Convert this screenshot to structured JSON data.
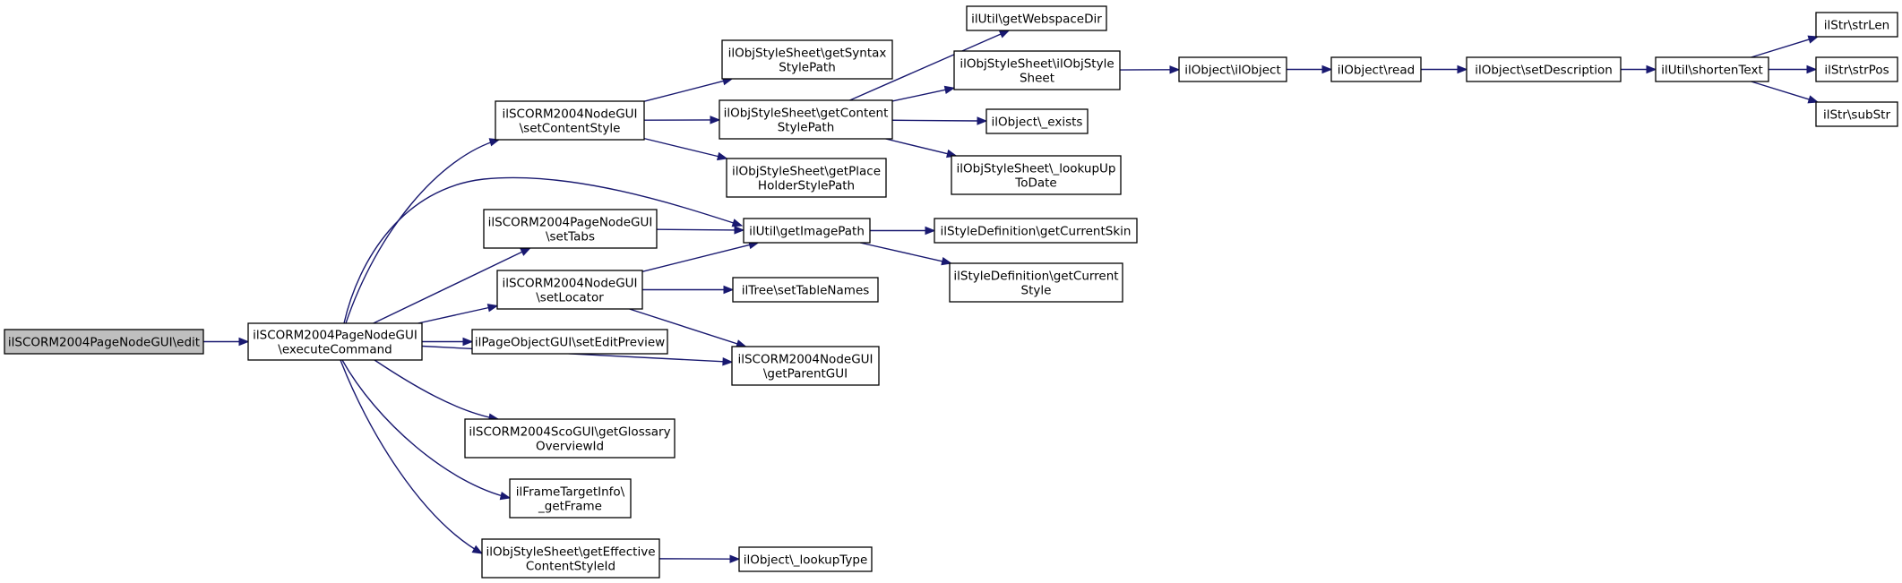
{
  "graph": {
    "nodes": [
      {
        "id": "edit",
        "lines": [
          "ilSCORM2004PageNodeGUI\\edit"
        ],
        "root": true
      },
      {
        "id": "exec",
        "lines": [
          "ilSCORM2004PageNodeGUI",
          "\\executeCommand"
        ]
      },
      {
        "id": "setContentStyle",
        "lines": [
          "ilSCORM2004NodeGUI",
          "\\setContentStyle"
        ]
      },
      {
        "id": "setTabs",
        "lines": [
          "ilSCORM2004PageNodeGUI",
          "\\setTabs"
        ]
      },
      {
        "id": "setLocator",
        "lines": [
          "ilSCORM2004NodeGUI",
          "\\setLocator"
        ]
      },
      {
        "id": "setEditPreview",
        "lines": [
          "ilPageObjectGUI\\setEditPreview"
        ]
      },
      {
        "id": "getGlossary",
        "lines": [
          "ilSCORM2004ScoGUI\\getGlossary",
          "OverviewId"
        ]
      },
      {
        "id": "getFrame",
        "lines": [
          "ilFrameTargetInfo\\",
          "_getFrame"
        ]
      },
      {
        "id": "getEffective",
        "lines": [
          "ilObjStyleSheet\\getEffective",
          "ContentStyleId"
        ]
      },
      {
        "id": "getSyntax",
        "lines": [
          "ilObjStyleSheet\\getSyntax",
          "StylePath"
        ]
      },
      {
        "id": "getContentStylePath",
        "lines": [
          "ilObjStyleSheet\\getContent",
          "StylePath"
        ]
      },
      {
        "id": "getPlaceHolder",
        "lines": [
          "ilObjStyleSheet\\getPlace",
          "HolderStylePath"
        ]
      },
      {
        "id": "getImagePath",
        "lines": [
          "ilUtil\\getImagePath"
        ]
      },
      {
        "id": "setTableNames",
        "lines": [
          "ilTree\\setTableNames"
        ]
      },
      {
        "id": "getParentGUI",
        "lines": [
          "ilSCORM2004NodeGUI",
          "\\getParentGUI"
        ]
      },
      {
        "id": "lookupType",
        "lines": [
          "ilObject\\_lookupType"
        ]
      },
      {
        "id": "getWebspaceDir",
        "lines": [
          "ilUtil\\getWebspaceDir"
        ]
      },
      {
        "id": "ilObjStyleSheet",
        "lines": [
          "ilObjStyleSheet\\ilObjStyle",
          "Sheet"
        ]
      },
      {
        "id": "exists",
        "lines": [
          "ilObject\\_exists"
        ]
      },
      {
        "id": "lookUpToDate",
        "lines": [
          "ilObjStyleSheet\\_lookupUp",
          "ToDate"
        ]
      },
      {
        "id": "getCurrentSkin",
        "lines": [
          "ilStyleDefinition\\getCurrentSkin"
        ]
      },
      {
        "id": "getCurrentStyle",
        "lines": [
          "ilStyleDefinition\\getCurrent",
          "Style"
        ]
      },
      {
        "id": "ilObject",
        "lines": [
          "ilObject\\ilObject"
        ]
      },
      {
        "id": "read",
        "lines": [
          "ilObject\\read"
        ]
      },
      {
        "id": "setDescription",
        "lines": [
          "ilObject\\setDescription"
        ]
      },
      {
        "id": "shortenText",
        "lines": [
          "ilUtil\\shortenText"
        ]
      },
      {
        "id": "strLen",
        "lines": [
          "ilStr\\strLen"
        ]
      },
      {
        "id": "strPos",
        "lines": [
          "ilStr\\strPos"
        ]
      },
      {
        "id": "subStr",
        "lines": [
          "ilStr\\subStr"
        ]
      }
    ],
    "edges": [
      [
        "edit",
        "exec"
      ],
      [
        "exec",
        "setContentStyle"
      ],
      [
        "exec",
        "getImagePath"
      ],
      [
        "exec",
        "setTabs"
      ],
      [
        "exec",
        "setLocator"
      ],
      [
        "exec",
        "setEditPreview"
      ],
      [
        "exec",
        "getParentGUI"
      ],
      [
        "exec",
        "getGlossary"
      ],
      [
        "exec",
        "getFrame"
      ],
      [
        "exec",
        "getEffective"
      ],
      [
        "setContentStyle",
        "getSyntax"
      ],
      [
        "setContentStyle",
        "getContentStylePath"
      ],
      [
        "setContentStyle",
        "getPlaceHolder"
      ],
      [
        "setTabs",
        "getImagePath"
      ],
      [
        "setLocator",
        "getImagePath"
      ],
      [
        "setLocator",
        "setTableNames"
      ],
      [
        "setLocator",
        "getParentGUI"
      ],
      [
        "getEffective",
        "lookupType"
      ],
      [
        "getContentStylePath",
        "getWebspaceDir"
      ],
      [
        "getContentStylePath",
        "ilObjStyleSheet"
      ],
      [
        "getContentStylePath",
        "exists"
      ],
      [
        "getContentStylePath",
        "lookUpToDate"
      ],
      [
        "getImagePath",
        "getCurrentSkin"
      ],
      [
        "getImagePath",
        "getCurrentStyle"
      ],
      [
        "ilObjStyleSheet",
        "ilObject"
      ],
      [
        "ilObject",
        "read"
      ],
      [
        "read",
        "setDescription"
      ],
      [
        "setDescription",
        "shortenText"
      ],
      [
        "shortenText",
        "strLen"
      ],
      [
        "shortenText",
        "strPos"
      ],
      [
        "shortenText",
        "subStr"
      ]
    ]
  }
}
